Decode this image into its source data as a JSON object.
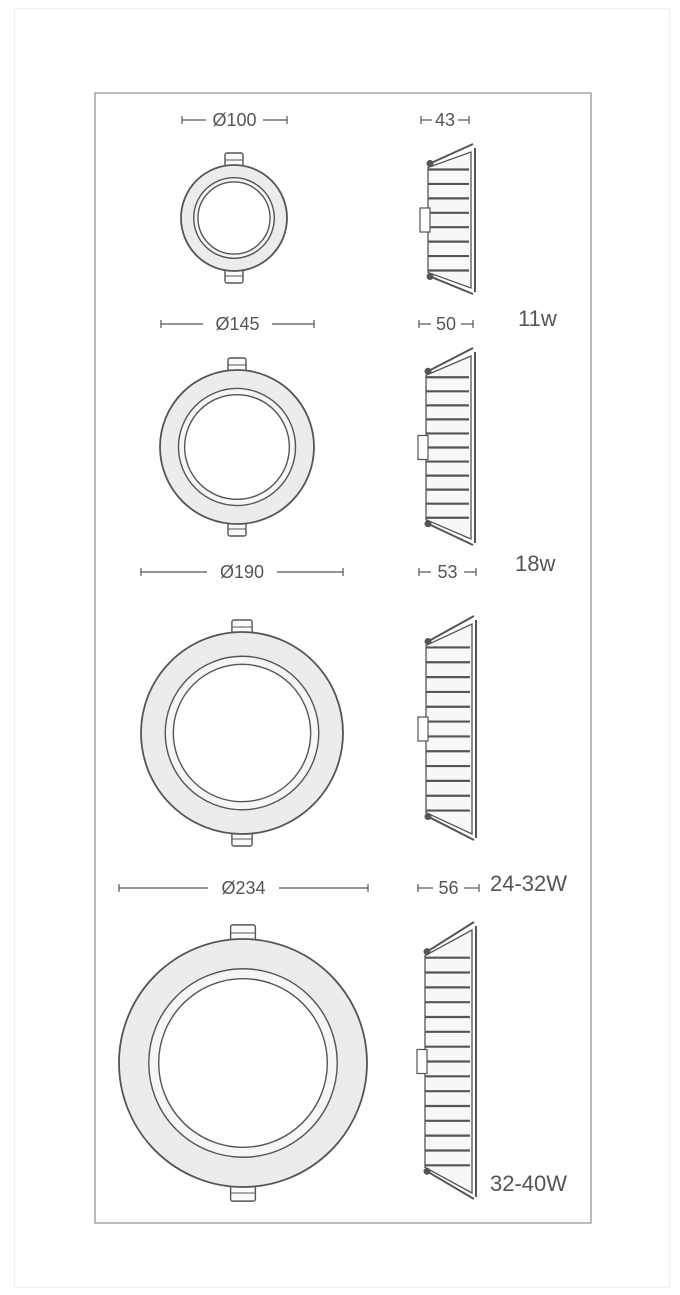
{
  "colors": {
    "stroke": "#555555",
    "panel_border": "#777777",
    "ring_fill": "#ececec",
    "ring_inner_fill": "#f6f6f6",
    "background": "#ffffff"
  },
  "models": [
    {
      "diameter_label": "Ø100",
      "height_label": "43",
      "power_label": "11w",
      "diameter_mm": 100,
      "height_mm": 43
    },
    {
      "diameter_label": "Ø145",
      "height_label": "50",
      "power_label": "18w",
      "diameter_mm": 145,
      "height_mm": 50
    },
    {
      "diameter_label": "Ø190",
      "height_label": "53",
      "power_label": "24-32W",
      "diameter_mm": 190,
      "height_mm": 53
    },
    {
      "diameter_label": "Ø234",
      "height_label": "56",
      "power_label": "32-40W",
      "diameter_mm": 234,
      "height_mm": 56
    }
  ]
}
